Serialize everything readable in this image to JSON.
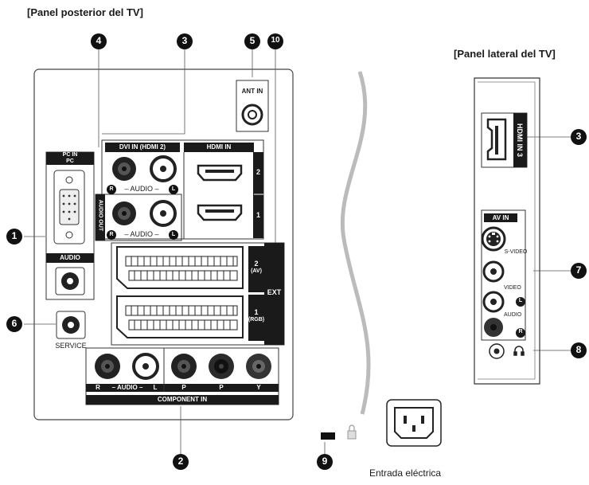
{
  "rear_panel_title": "[Panel posterior del TV]",
  "side_panel_title": "[Panel lateral del TV]",
  "callouts": {
    "c1": "1",
    "c2": "2",
    "c3": "3",
    "c4": "4",
    "c5": "5",
    "c6": "6",
    "c7": "7",
    "c8": "8",
    "c9": "9",
    "c10": "10",
    "c3_side": "3"
  },
  "rear_labels": {
    "pc_in": "PC IN",
    "pc": "PC",
    "audio": "AUDIO",
    "service": "SERVICE",
    "ant_in": "ANT IN",
    "dvi_in": "DVI IN (HDMI 2)",
    "hdmi_in": "HDMI IN",
    "hdmi_2": "2",
    "hdmi_1": "1",
    "audio_out": "AUDIO OUT",
    "audio_rl": "– AUDIO –",
    "r": "R",
    "l": "L",
    "ext": "EXT",
    "ext_2": "2",
    "ext_2_sub": "(AV)",
    "ext_1": "1",
    "ext_1_sub": "(RGB)",
    "component_audio": "– AUDIO –",
    "pr": "P",
    "pb": "P",
    "y": "Y",
    "component_in": "COMPONENT IN"
  },
  "side_labels": {
    "hdmi_in_3": "HDMI IN 3",
    "av_in": "AV IN",
    "s_video": "S-VIDEO",
    "video": "VIDEO",
    "audio": "AUDIO",
    "l": "L",
    "r": "R",
    "headphone_icon": "headphone-icon"
  },
  "power_label": "Entrada eléctrica"
}
